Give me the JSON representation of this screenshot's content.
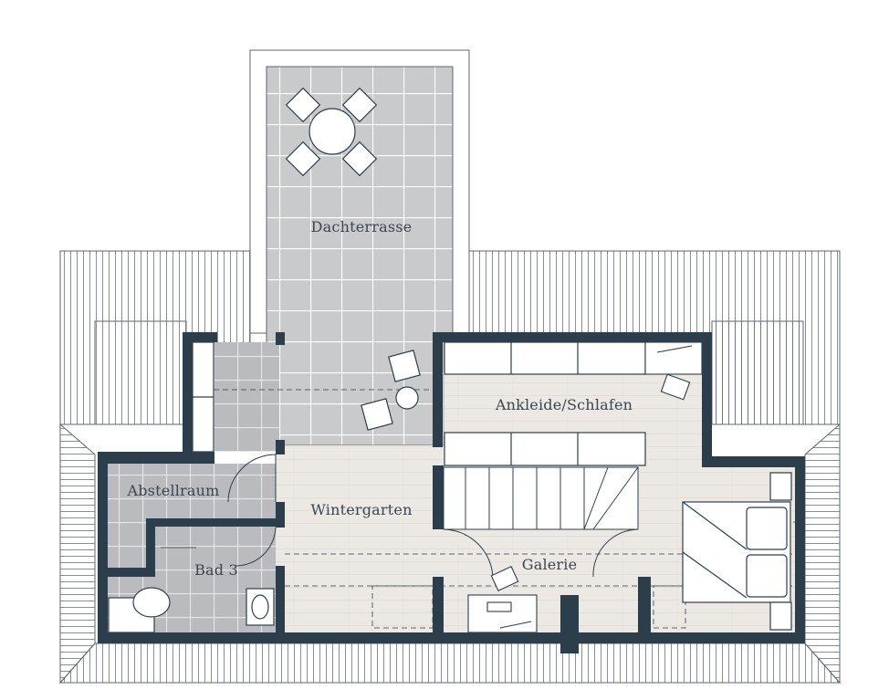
{
  "rooms": {
    "dachterrasse": "Dachterrasse",
    "ankleide": "Ankleide/Schlafen",
    "abstellraum": "Abstellraum",
    "wintergarten": "Wintergarten",
    "galerie": "Galerie",
    "bad3": "Bad 3"
  },
  "colors": {
    "wall": "#2c3e4c",
    "roof_line": "#5c6670",
    "tile_fill": "#c9cacc",
    "tile_line": "#ffffff",
    "wood_fill": "#ece9e4",
    "furniture_line": "#2c3e4c"
  }
}
